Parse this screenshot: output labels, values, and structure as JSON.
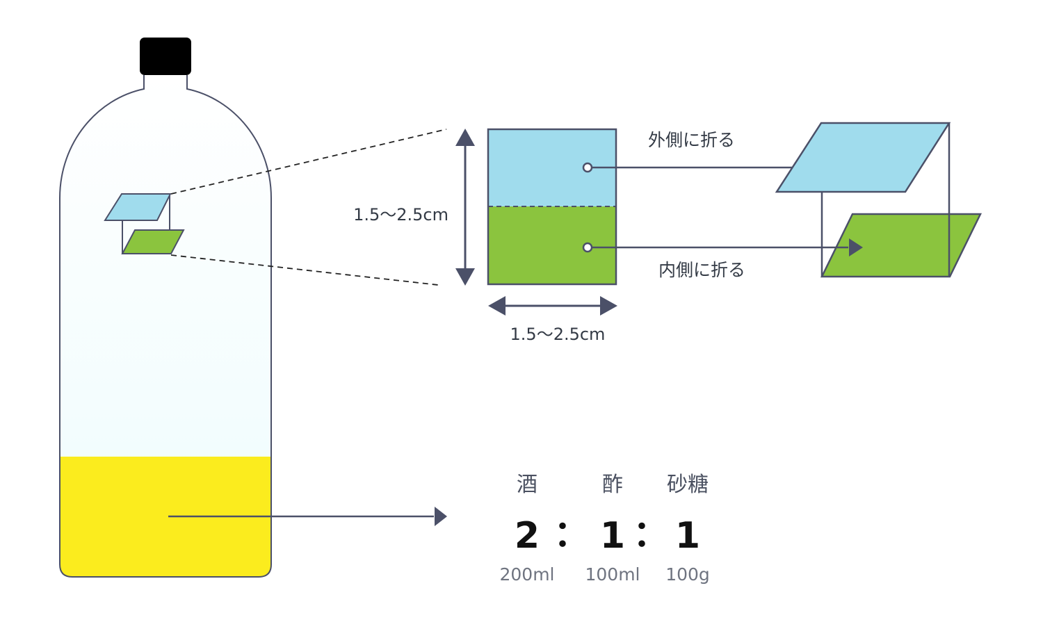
{
  "colors": {
    "outline": "#4b5068",
    "outer_fold": "#a0dced",
    "inner_fold": "#8bc43e",
    "liquid": "#fbec1e",
    "bottle_tint": "#eefcfd",
    "cap": "#000000"
  },
  "labels": {
    "outer_fold": "外側に折る",
    "inner_fold": "内側に折る",
    "height_dimension": "1.5〜2.5cm",
    "width_dimension": "1.5〜2.5cm"
  },
  "recipe": {
    "ingredients": [
      {
        "name": "酒",
        "ratio": "2",
        "amount": "200ml"
      },
      {
        "name": "酢",
        "ratio": "1",
        "amount": "100ml"
      },
      {
        "name": "砂糖",
        "ratio": "1",
        "amount": "100g"
      }
    ],
    "separator": "："
  }
}
